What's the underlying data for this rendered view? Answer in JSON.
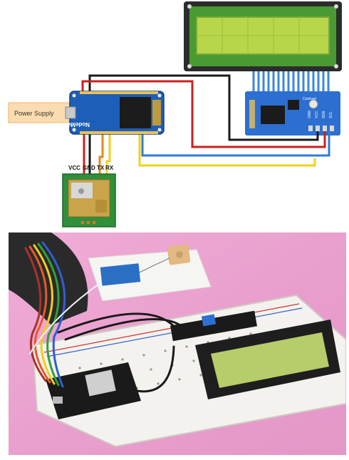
{
  "diagram": {
    "power_label": "Power Supply",
    "mcu_label": "NodeMcu V3",
    "pin_labels": [
      "VCC",
      "GND",
      "TX",
      "RX"
    ],
    "lcd_i2c_labels": [
      "Contrast",
      "GND",
      "VCC",
      "SDA",
      "SCL"
    ],
    "colors": {
      "wire_red": "#cc1f1f",
      "wire_black": "#1a1a1a",
      "wire_yellow": "#f2d21b",
      "wire_blue": "#2f7bd6",
      "wire_orange": "#e08a1e",
      "board_blue": "#1d5fb8",
      "lcd_screen": "#b8d64a",
      "gps_green": "#2f8f3a"
    }
  }
}
